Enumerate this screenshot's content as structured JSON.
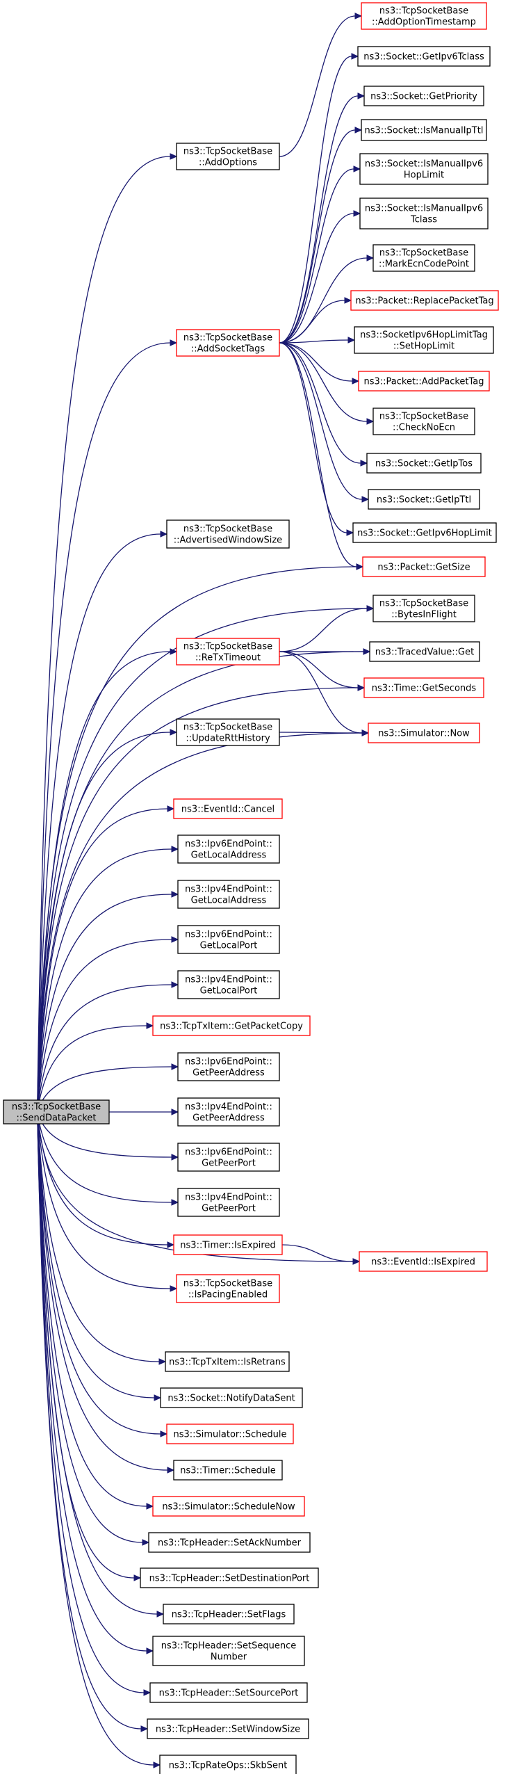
{
  "graph": {
    "colors": {
      "edge": "#191970",
      "normal_border": "#000000",
      "truncated_border": "#ff0000",
      "root_fill": "#bfbfbf"
    },
    "nodes": [
      {
        "id": "SendDataPacket",
        "lines": [
          "ns3::TcpSocketBase",
          "::SendDataPacket"
        ],
        "kind": "root"
      },
      {
        "id": "AddOptions",
        "lines": [
          "ns3::TcpSocketBase",
          "::AddOptions"
        ],
        "kind": "normal"
      },
      {
        "id": "AddOptionTimestamp",
        "lines": [
          "ns3::TcpSocketBase",
          "::AddOptionTimestamp"
        ],
        "kind": "trunc"
      },
      {
        "id": "GetIpv6Tclass",
        "lines": [
          "ns3::Socket::GetIpv6Tclass"
        ],
        "kind": "normal"
      },
      {
        "id": "GetPriority",
        "lines": [
          "ns3::Socket::GetPriority"
        ],
        "kind": "normal"
      },
      {
        "id": "IsManualIpTtl",
        "lines": [
          "ns3::Socket::IsManualIpTtl"
        ],
        "kind": "normal"
      },
      {
        "id": "IsManualIpv6HopLimit",
        "lines": [
          "ns3::Socket::IsManualIpv6",
          "HopLimit"
        ],
        "kind": "normal"
      },
      {
        "id": "IsManualIpv6Tclass",
        "lines": [
          "ns3::Socket::IsManualIpv6",
          "Tclass"
        ],
        "kind": "normal"
      },
      {
        "id": "MarkEcnCodePoint",
        "lines": [
          "ns3::TcpSocketBase",
          "::MarkEcnCodePoint"
        ],
        "kind": "normal"
      },
      {
        "id": "AddSocketTags",
        "lines": [
          "ns3::TcpSocketBase",
          "::AddSocketTags"
        ],
        "kind": "trunc"
      },
      {
        "id": "ReplacePacketTag",
        "lines": [
          "ns3::Packet::ReplacePacketTag"
        ],
        "kind": "trunc"
      },
      {
        "id": "SetHopLimit",
        "lines": [
          "ns3::SocketIpv6HopLimitTag",
          "::SetHopLimit"
        ],
        "kind": "normal"
      },
      {
        "id": "AddPacketTag",
        "lines": [
          "ns3::Packet::AddPacketTag"
        ],
        "kind": "trunc"
      },
      {
        "id": "CheckNoEcn",
        "lines": [
          "ns3::TcpSocketBase",
          "::CheckNoEcn"
        ],
        "kind": "normal"
      },
      {
        "id": "GetIpTos",
        "lines": [
          "ns3::Socket::GetIpTos"
        ],
        "kind": "normal"
      },
      {
        "id": "GetIpTtl",
        "lines": [
          "ns3::Socket::GetIpTtl"
        ],
        "kind": "normal"
      },
      {
        "id": "GetIpv6HopLimit",
        "lines": [
          "ns3::Socket::GetIpv6HopLimit"
        ],
        "kind": "normal"
      },
      {
        "id": "AdvertisedWindowSize",
        "lines": [
          "ns3::TcpSocketBase",
          "::AdvertisedWindowSize"
        ],
        "kind": "normal"
      },
      {
        "id": "GetSize",
        "lines": [
          "ns3::Packet::GetSize"
        ],
        "kind": "trunc"
      },
      {
        "id": "BytesInFlight",
        "lines": [
          "ns3::TcpSocketBase",
          "::BytesInFlight"
        ],
        "kind": "normal"
      },
      {
        "id": "ReTxTimeout",
        "lines": [
          "ns3::TcpSocketBase",
          "::ReTxTimeout"
        ],
        "kind": "trunc"
      },
      {
        "id": "TracedValueGet",
        "lines": [
          "ns3::TracedValue::Get"
        ],
        "kind": "normal"
      },
      {
        "id": "GetSeconds",
        "lines": [
          "ns3::Time::GetSeconds"
        ],
        "kind": "trunc"
      },
      {
        "id": "UpdateRttHistory",
        "lines": [
          "ns3::TcpSocketBase",
          "::UpdateRttHistory"
        ],
        "kind": "normal"
      },
      {
        "id": "SimulatorNow",
        "lines": [
          "ns3::Simulator::Now"
        ],
        "kind": "trunc"
      },
      {
        "id": "EventIdCancel",
        "lines": [
          "ns3::EventId::Cancel"
        ],
        "kind": "trunc"
      },
      {
        "id": "Ipv6GetLocalAddress",
        "lines": [
          "ns3::Ipv6EndPoint::",
          "GetLocalAddress"
        ],
        "kind": "normal"
      },
      {
        "id": "Ipv4GetLocalAddress",
        "lines": [
          "ns3::Ipv4EndPoint::",
          "GetLocalAddress"
        ],
        "kind": "normal"
      },
      {
        "id": "Ipv6GetLocalPort",
        "lines": [
          "ns3::Ipv6EndPoint::",
          "GetLocalPort"
        ],
        "kind": "normal"
      },
      {
        "id": "Ipv4GetLocalPort",
        "lines": [
          "ns3::Ipv4EndPoint::",
          "GetLocalPort"
        ],
        "kind": "normal"
      },
      {
        "id": "GetPacketCopy",
        "lines": [
          "ns3::TcpTxItem::GetPacketCopy"
        ],
        "kind": "trunc"
      },
      {
        "id": "Ipv6GetPeerAddress",
        "lines": [
          "ns3::Ipv6EndPoint::",
          "GetPeerAddress"
        ],
        "kind": "normal"
      },
      {
        "id": "Ipv4GetPeerAddress",
        "lines": [
          "ns3::Ipv4EndPoint::",
          "GetPeerAddress"
        ],
        "kind": "normal"
      },
      {
        "id": "Ipv6GetPeerPort",
        "lines": [
          "ns3::Ipv6EndPoint::",
          "GetPeerPort"
        ],
        "kind": "normal"
      },
      {
        "id": "Ipv4GetPeerPort",
        "lines": [
          "ns3::Ipv4EndPoint::",
          "GetPeerPort"
        ],
        "kind": "normal"
      },
      {
        "id": "TimerIsExpired",
        "lines": [
          "ns3::Timer::IsExpired"
        ],
        "kind": "trunc"
      },
      {
        "id": "EventIdIsExpired",
        "lines": [
          "ns3::EventId::IsExpired"
        ],
        "kind": "trunc"
      },
      {
        "id": "IsPacingEnabled",
        "lines": [
          "ns3::TcpSocketBase",
          "::IsPacingEnabled"
        ],
        "kind": "trunc"
      },
      {
        "id": "IsRetrans",
        "lines": [
          "ns3::TcpTxItem::IsRetrans"
        ],
        "kind": "normal"
      },
      {
        "id": "NotifyDataSent",
        "lines": [
          "ns3::Socket::NotifyDataSent"
        ],
        "kind": "normal"
      },
      {
        "id": "SimulatorSchedule",
        "lines": [
          "ns3::Simulator::Schedule"
        ],
        "kind": "trunc"
      },
      {
        "id": "TimerSchedule",
        "lines": [
          "ns3::Timer::Schedule"
        ],
        "kind": "normal"
      },
      {
        "id": "ScheduleNow",
        "lines": [
          "ns3::Simulator::ScheduleNow"
        ],
        "kind": "trunc"
      },
      {
        "id": "SetAckNumber",
        "lines": [
          "ns3::TcpHeader::SetAckNumber"
        ],
        "kind": "normal"
      },
      {
        "id": "SetDestinationPort",
        "lines": [
          "ns3::TcpHeader::SetDestinationPort"
        ],
        "kind": "normal"
      },
      {
        "id": "SetFlags",
        "lines": [
          "ns3::TcpHeader::SetFlags"
        ],
        "kind": "normal"
      },
      {
        "id": "SetSequenceNumber",
        "lines": [
          "ns3::TcpHeader::SetSequence",
          "Number"
        ],
        "kind": "normal"
      },
      {
        "id": "SetSourcePort",
        "lines": [
          "ns3::TcpHeader::SetSourcePort"
        ],
        "kind": "normal"
      },
      {
        "id": "SetWindowSize",
        "lines": [
          "ns3::TcpHeader::SetWindowSize"
        ],
        "kind": "normal"
      },
      {
        "id": "SkbSent",
        "lines": [
          "ns3::TcpRateOps::SkbSent"
        ],
        "kind": "normal"
      }
    ]
  }
}
